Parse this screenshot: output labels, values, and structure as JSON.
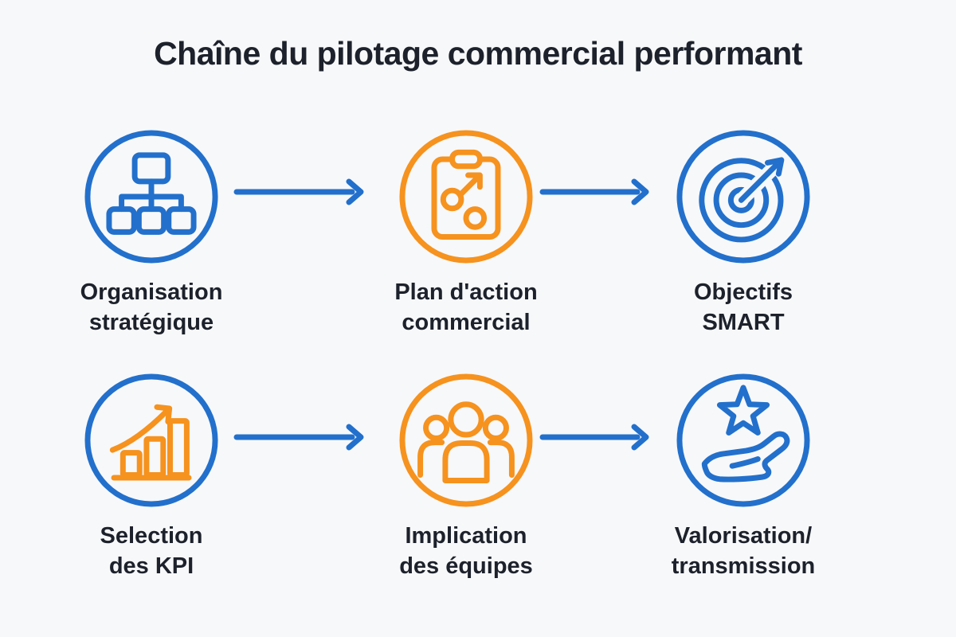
{
  "title": "Chaîne du pilotage commercial performant",
  "colors": {
    "blue": "#2270cc",
    "orange": "#f6921e",
    "text": "#1c212b",
    "bg": "#f7f8f9"
  },
  "steps": [
    {
      "id": "organisation-strategique",
      "label": "Organisation\nstratégique",
      "icon": "org-chart-icon",
      "ring_color": "blue",
      "glyph_color": "blue"
    },
    {
      "id": "plan-action-commercial",
      "label": "Plan d'action\ncommercial",
      "icon": "clipboard-plan-icon",
      "ring_color": "orange",
      "glyph_color": "orange"
    },
    {
      "id": "objectifs-smart",
      "label": "Objectifs\nSMART",
      "icon": "target-bullseye-icon",
      "ring_color": "blue",
      "glyph_color": "blue"
    },
    {
      "id": "selection-kpi",
      "label": "Selection\ndes KPI",
      "icon": "growth-chart-icon",
      "ring_color": "blue",
      "glyph_color": "orange"
    },
    {
      "id": "implication-equipes",
      "label": "Implication\ndes équipes",
      "icon": "team-icon",
      "ring_color": "orange",
      "glyph_color": "orange"
    },
    {
      "id": "valorisation-transmission",
      "label": "Valorisation/\ntransmission",
      "icon": "hand-star-icon",
      "ring_color": "blue",
      "glyph_color": "blue"
    }
  ]
}
